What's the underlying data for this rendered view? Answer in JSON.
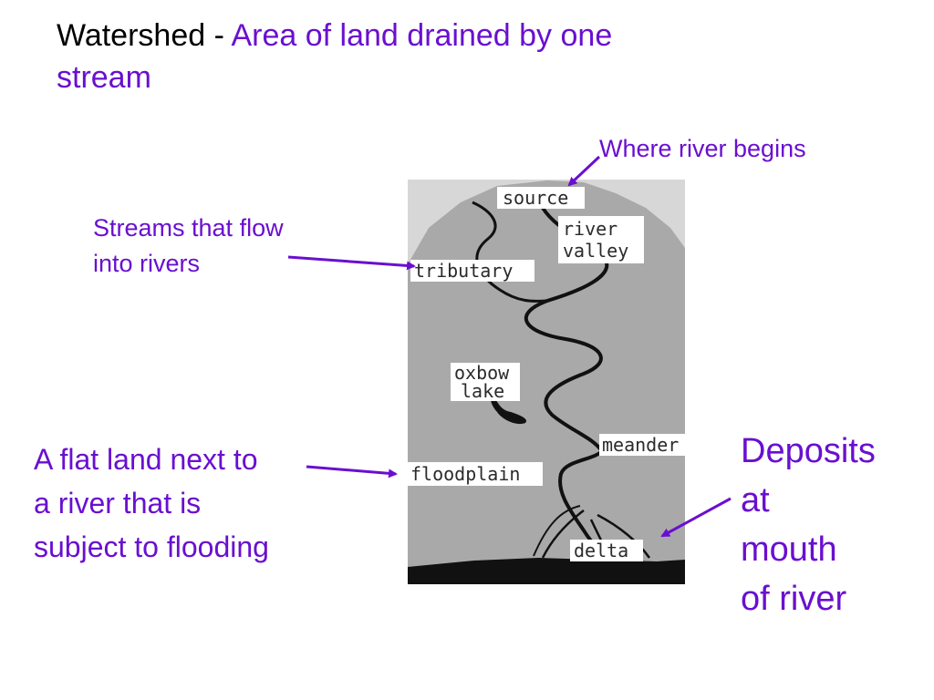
{
  "title": {
    "term": "Watershed - ",
    "definition": "Area of land drained by one stream"
  },
  "map_labels": {
    "source": "source",
    "river_valley_line1": "river",
    "river_valley_line2": "valley",
    "tributary": "tributary",
    "oxbow_line1": "oxbow",
    "oxbow_line2": "lake",
    "meander": "meander",
    "floodplain": "floodplain",
    "delta": "delta"
  },
  "annotations": {
    "source": "Where river begins",
    "tributary_line1": "Streams that flow",
    "tributary_line2": "into rivers",
    "floodplain_line1": "A flat land next to",
    "floodplain_line2": "a river that is",
    "floodplain_line3": "subject to flooding",
    "delta_line1": "Deposits",
    "delta_line2": "at",
    "delta_line3": "mouth",
    "delta_line4": "of river"
  },
  "colors": {
    "annotation": "#6a0fd0",
    "arrow": "#6a0fd0",
    "land": "#a9a9a9",
    "background_panel": "#d7d7d7",
    "river": "#111111"
  }
}
